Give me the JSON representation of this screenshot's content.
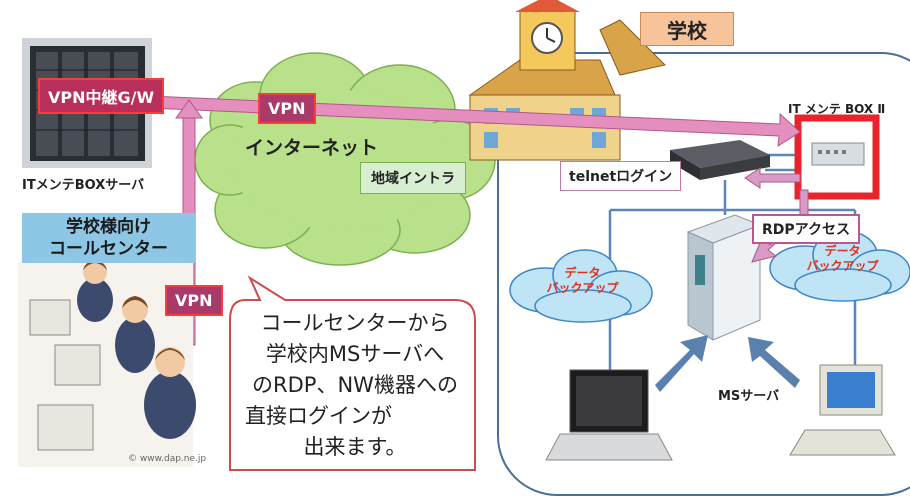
{
  "labels": {
    "school_title": "学校",
    "vpn_gw": "VPN中継G/W",
    "vpn_top": "VPN",
    "vpn_left": "VPN",
    "internet": "インターネット",
    "regional_intranet": "地域イントラ",
    "it_box_server": "ITメンテBOXサーバ",
    "it_box_device": "IT メンテ BOX Ⅱ",
    "telnet_login": "telnetログイン",
    "rdp_access": "RDPアクセス",
    "data_backup_left": [
      "データ",
      "バックアップ"
    ],
    "data_backup_right": [
      "データ",
      "バックアップ"
    ],
    "ms_server": "MSサーバ",
    "call_center": [
      "学校様向け",
      "コールセンター"
    ],
    "watermark": "© www.dap.ne.jp"
  },
  "callout": {
    "lines": [
      "コールセンターから",
      "学校内MSサーバへ",
      "のRDP、NW機器への",
      "直接ログインが",
      "出来ます。"
    ]
  },
  "colors": {
    "vpn_arrow": "#e48fbd",
    "label_fill": "#b8305a",
    "label_border": "#ff3a3a",
    "cloud_green": "#b9e08a",
    "cloud_blue": "#bfe4f5",
    "school_bg": "#f6c39a",
    "intranet_bg": "#d8eed0",
    "network_line": "#5b86b8",
    "big_arrow": "#5a80ad"
  }
}
